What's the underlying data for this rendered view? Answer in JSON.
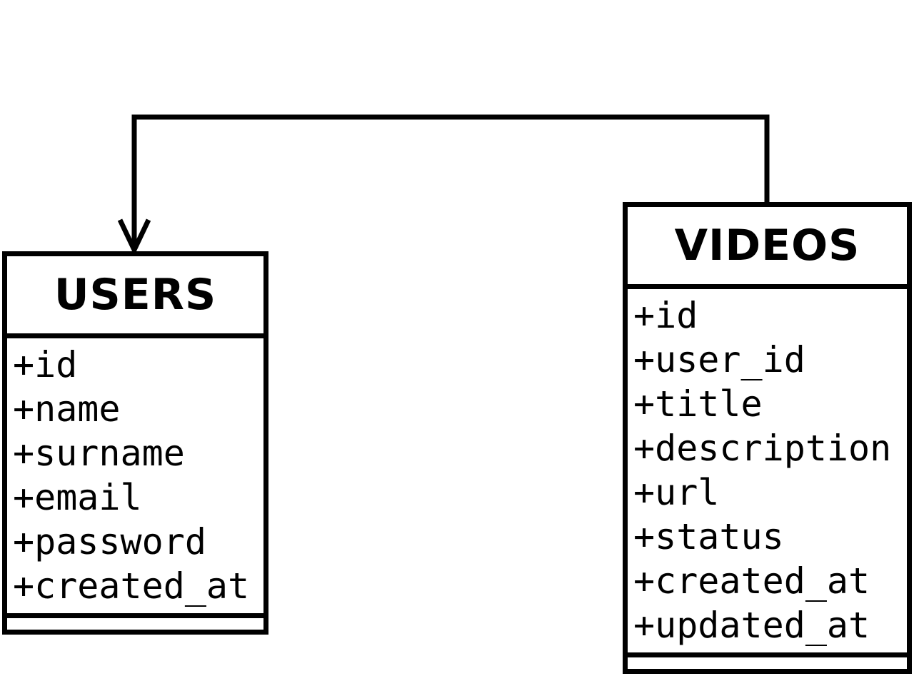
{
  "entities": {
    "users": {
      "title": "USERS",
      "attributes": [
        "+id",
        "+name",
        "+surname",
        "+email",
        "+password",
        "+created_at"
      ]
    },
    "videos": {
      "title": "VIDEOS",
      "attributes": [
        "+id",
        "+user_id",
        "+title",
        "+description",
        "+url",
        "+status",
        "+created_at",
        "+updated_at"
      ]
    }
  },
  "relationship": {
    "from": "VIDEOS",
    "to": "USERS",
    "arrowhead": "open"
  }
}
